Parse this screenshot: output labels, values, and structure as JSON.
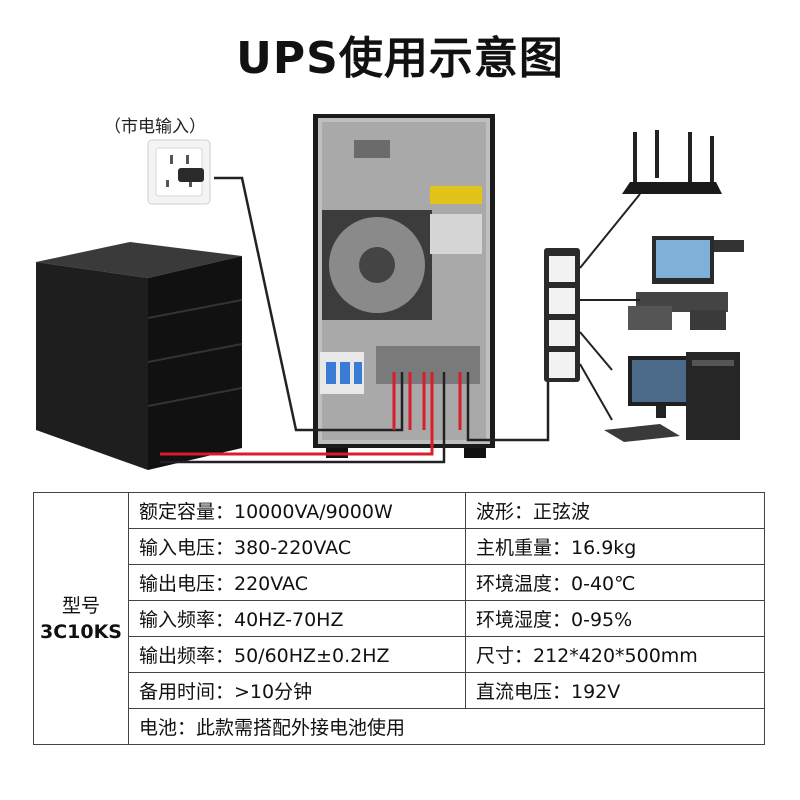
{
  "title": "UPS使用示意图",
  "mains_label": "（市电输入）",
  "icons": [
    "wall-socket",
    "battery-cabinet",
    "ups-tower",
    "power-strip",
    "wifi-router",
    "pos-terminal",
    "desktop-computer"
  ],
  "colors": {
    "cable_red": "#d81e2c",
    "cable_black": "#222222",
    "ups_body": "#1b1b1b",
    "panel_silver": "#c9c9c9"
  },
  "specs": {
    "model_label": "型号",
    "model_code": "3C10KS",
    "rows": [
      {
        "left": "额定容量：10000VA/9000W",
        "right": "波形：正弦波"
      },
      {
        "left": "输入电压：380-220VAC",
        "right": "主机重量：16.9kg"
      },
      {
        "left": "输出电压：220VAC",
        "right": "环境温度：0-40℃"
      },
      {
        "left": "输入频率：40HZ-70HZ",
        "right": "环境湿度：0-95%"
      },
      {
        "left": "输出频率：50/60HZ±0.2HZ",
        "right": "尺寸：212*420*500mm"
      },
      {
        "left": "备用时间：>10分钟",
        "right": "直流电压：192V"
      }
    ],
    "battery": "电池：此款需搭配外接电池使用"
  }
}
